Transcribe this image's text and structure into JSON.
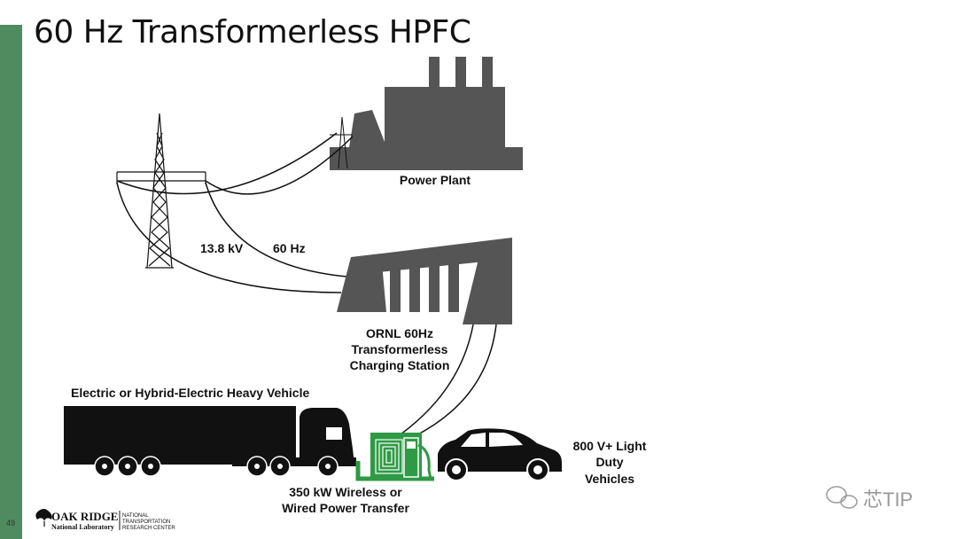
{
  "slide": {
    "title": "60 Hz Transformerless HPFC",
    "number": "49",
    "accent_color": "#4f8b5f"
  },
  "diagram": {
    "power_plant_label": "Power Plant",
    "voltage_label": "13.8 kV",
    "frequency_label": "60 Hz",
    "station_label": [
      "ORNL 60Hz",
      "Transformerless",
      "Charging Station"
    ],
    "heavy_vehicle_label": "Electric or Hybrid-Electric Heavy Vehicle",
    "light_vehicle_label": [
      "800 V+ Light",
      "Duty",
      "Vehicles"
    ],
    "transfer_label": [
      "350 kW Wireless or",
      "Wired Power Transfer"
    ],
    "charger_color": "#2e9a45"
  },
  "logo": {
    "name": "OAK RIDGE",
    "subtitle": "National Laboratory",
    "center": [
      "NATIONAL",
      "TRANSPORTATION",
      "RESEARCH CENTER"
    ]
  },
  "watermark": {
    "text": "芯TIP",
    "icon": "wechat-icon"
  }
}
